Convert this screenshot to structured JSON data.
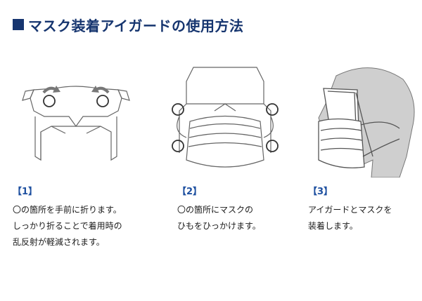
{
  "title": "マスク装着アイガードの使用方法",
  "steps": [
    {
      "number": "【1】",
      "lines": [
        "〇の箇所を手前に折ります。",
        "しっかり折ることで着用時の",
        "乱反射が軽減されます。"
      ]
    },
    {
      "number": "【2】",
      "lines": [
        "〇の箇所にマスクの",
        "ひもをひっかけます。"
      ]
    },
    {
      "number": "【3】",
      "lines": [
        "アイガードとマスクを",
        "装着します。"
      ]
    }
  ],
  "colors": {
    "title": "#16356f",
    "step_number": "#1e50a0",
    "text": "#1a1a1a",
    "line_art": "#666666",
    "head_fill": "#cfcfcf"
  },
  "icons": [
    "fold-arrow-icon",
    "mark-circle-icon"
  ]
}
